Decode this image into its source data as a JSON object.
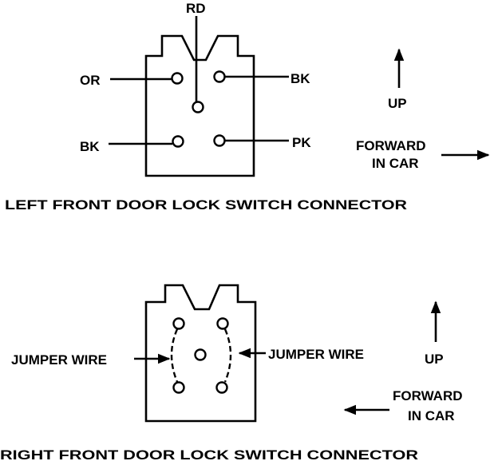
{
  "left_connector": {
    "title": "LEFT FRONT DOOR LOCK SWITCH CONNECTOR",
    "wires": {
      "rd": "RD",
      "or": "OR",
      "bk_top": "BK",
      "bk_bottom": "BK",
      "pk": "PK"
    },
    "up_label": "UP",
    "forward_line1": "FORWARD",
    "forward_line2": "IN CAR",
    "forward_direction": "right"
  },
  "right_connector": {
    "title": "RIGHT FRONT DOOR LOCK SWITCH CONNECTOR",
    "jumper_left": "JUMPER WIRE",
    "jumper_right": "JUMPER WIRE",
    "up_label": "UP",
    "forward_line1": "FORWARD",
    "forward_line2": "IN CAR",
    "forward_direction": "left"
  },
  "colors": {
    "ink": "#000000",
    "paper": "#ffffff"
  }
}
